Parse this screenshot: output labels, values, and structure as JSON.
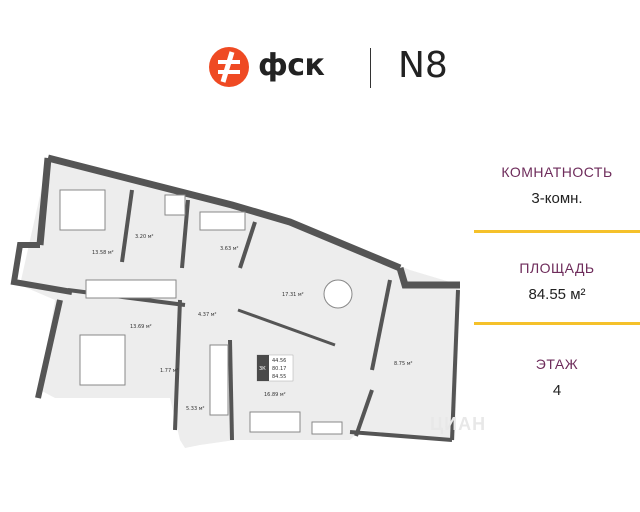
{
  "header": {
    "brand": "фск",
    "project": "N8"
  },
  "info": {
    "rooms_label": "КОМНАТНОСТЬ",
    "rooms_value": "3-комн.",
    "area_label": "ПЛОЩАДЬ",
    "area_value": "84.55 м²",
    "floor_label": "ЭТАЖ",
    "floor_value": "4"
  },
  "plan": {
    "rooms": {
      "bedroom1": "13.58 м²",
      "bath1": "3.20 м²",
      "bath2": "3.63 м²",
      "kitchen": "17.31 м²",
      "hall": "4.37 м²",
      "bedroom2": "13.69 м²",
      "storage": "1.77 м²",
      "corridor": "5.33 м²",
      "living": "16.89 м²",
      "balcony": "8.75 м²"
    },
    "summary": {
      "type": "3К",
      "living_area": "44.56",
      "total_area": "80.17",
      "area_with_balcony": "84.55"
    }
  },
  "watermark": "ЦИАН",
  "colors": {
    "accent_orange": "#ef4a23",
    "accent_yellow": "#f5c12a",
    "label_purple": "#6e2c5b",
    "wall": "#555555",
    "floor": "#ededed"
  }
}
